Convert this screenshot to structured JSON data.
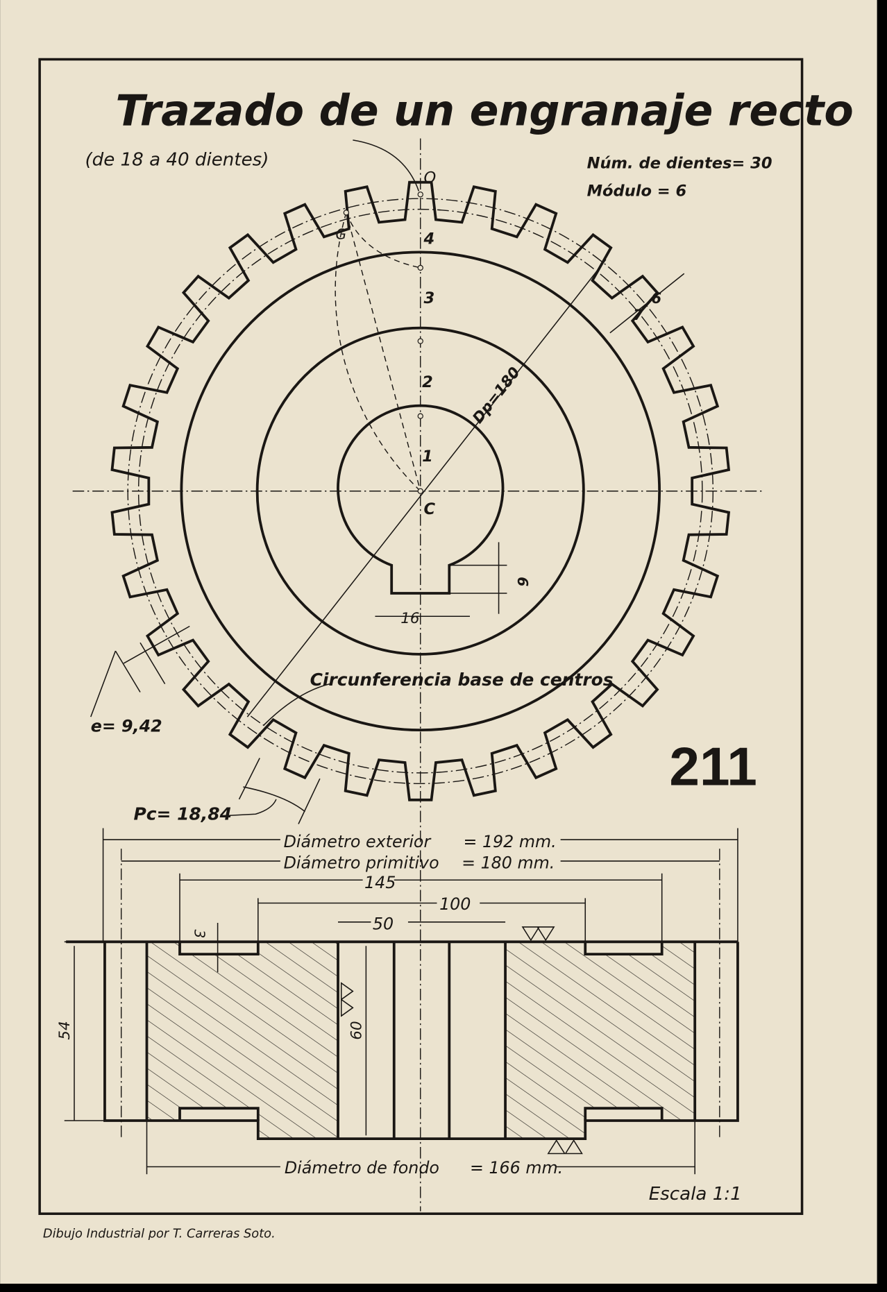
{
  "title": "Trazado de un engranaje recto",
  "subtitle": "(de 18 a 40 dientes)",
  "specs": {
    "teeth": "Núm. de dientes= 30",
    "module": "Módulo = 6"
  },
  "plate_number": "211",
  "gear_labels": {
    "o": "O",
    "g": "G",
    "n4": "4",
    "n3": "3",
    "n2": "2",
    "n1": "1",
    "c": "C",
    "dp": "Dp=180",
    "seven": "7",
    "six": "6",
    "key_depth": "6",
    "key_width": "16",
    "base_circle": "Circunferencia base de centros",
    "e": "e= 9,42",
    "pc": "Pc= 18,84"
  },
  "section_labels": {
    "outer_label": "Diámetro exterior",
    "outer_value": "= 192 mm.",
    "pitch_label": "Diámetro primitivo",
    "pitch_value": "= 180 mm.",
    "d145": "145",
    "d100": "100",
    "d50": "50",
    "groove": "3",
    "h54": "54",
    "h60": "60",
    "root_label": "Diámetro de fondo",
    "root_value": "= 166 mm."
  },
  "scale": "Escala 1:1",
  "credit": "Dibujo Industrial por T. Carreras Soto.",
  "colors": {
    "paper": "#ebe3cf",
    "ink": "#1a1714"
  }
}
